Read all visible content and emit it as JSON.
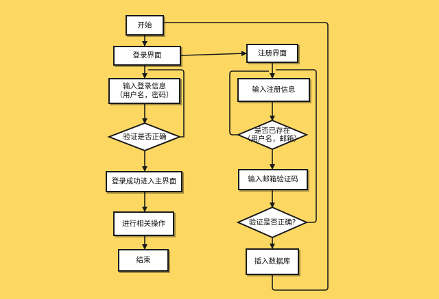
{
  "colors": {
    "background": "#fcd863",
    "node_fill": "#ffffff",
    "stroke": "#1a1a1a"
  },
  "nodes": {
    "start": "开始",
    "login_page": "登录界面",
    "input_login_line1": "输入登录信息",
    "input_login_line2": "（用户名，密码）",
    "verify_login": "验证是否正确",
    "login_success": "登录成功进入主界面",
    "do_operations": "进行相关操作",
    "end": "结束",
    "register_page": "注册界面",
    "input_register": "输入注册信息",
    "exists_line1": "是否已存在",
    "exists_line2": "（用户名，邮箱）",
    "input_email_code": "输入邮箱验证码",
    "verify_register": "验证是否正确?",
    "insert_db": "插入数据库"
  }
}
